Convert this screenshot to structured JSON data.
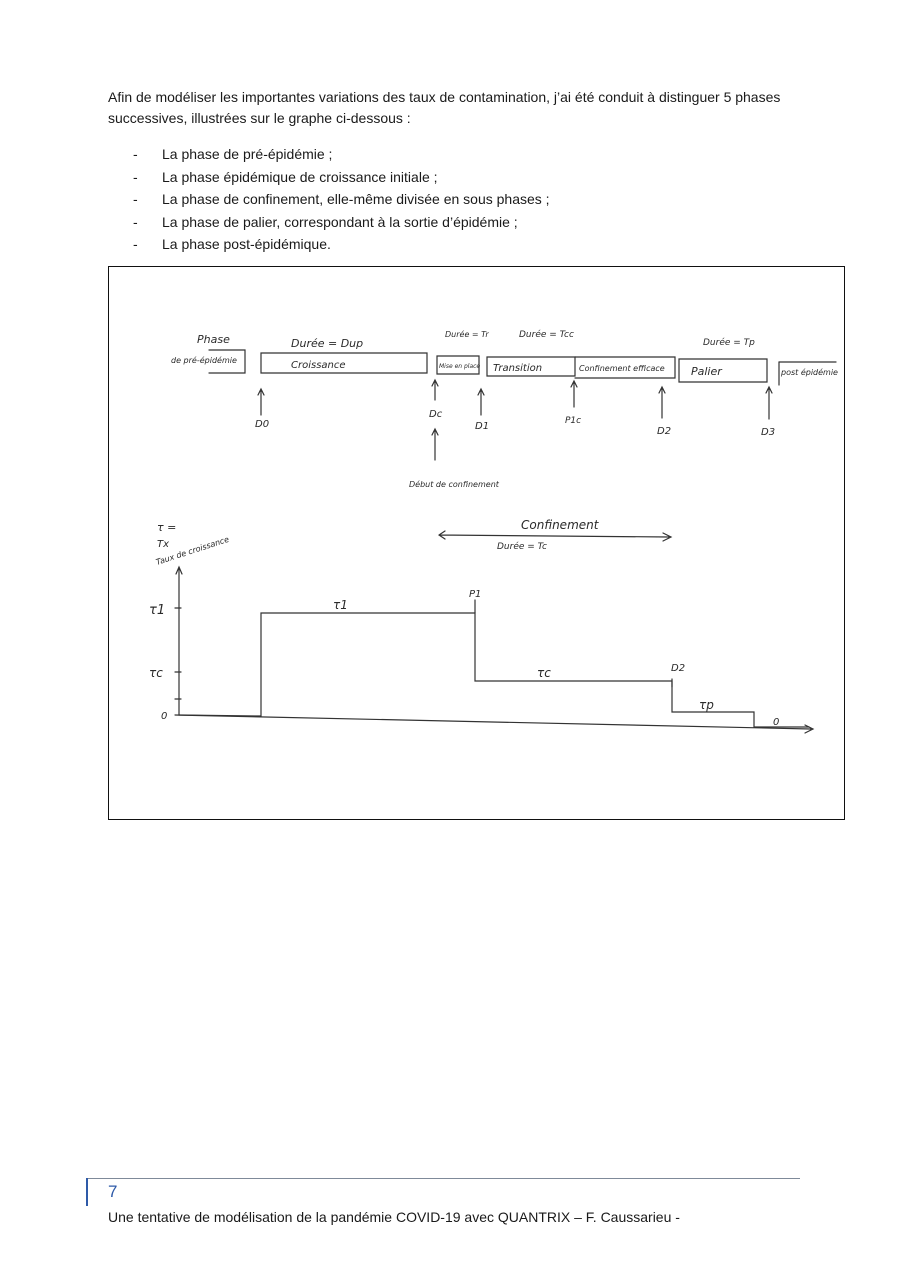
{
  "intro": "Afin de modéliser les importantes variations des taux de contamination, j’ai été conduit à distinguer 5 phases successives, illustrées sur le graphe ci-dessous :",
  "bullet_dash": "-",
  "phases": [
    "La phase de pré-épidémie ;",
    "La phase épidémique de croissance initiale ;",
    "La phase de confinement, elle-même divisée en sous phases ;",
    "La phase de palier, correspondant à la sortie d’épidémie ;",
    "La phase post-épidémique."
  ],
  "figure": {
    "timeline": {
      "pre_label": "Phase",
      "pre_label2": "de pré-épidémie",
      "croissance_duration": "Durée = Dup",
      "croissance": "Croissance",
      "mise_duration": "Durée = Tr",
      "mise": "Mise en place",
      "cc_duration": "Durée = Tcc",
      "transition": "Transition",
      "confinement_efficace": "Confinement efficace",
      "palier_duration": "Durée = Tp",
      "palier": "Palier",
      "post": "post épidémie",
      "marker_d0": "D0",
      "marker_dc": "Dc",
      "marker_d1": "D1",
      "marker_p1c": "P1c",
      "marker_d2": "D2",
      "marker_d3": "D3",
      "debut_confinement": "Début de confinement"
    },
    "rate_graph": {
      "ylabel1": "τ =",
      "ylabel2": "Tx",
      "ylabel3": "Taux de croissance",
      "confinement_label": "Confinement",
      "confinement_duration": "Durée = Tc",
      "tick_tau1": "τ1",
      "tick_tauc": "τc",
      "tick_zero": "0",
      "level_tau1": "τ1",
      "level_tauc": "τc",
      "level_taup": "τp",
      "level_zero": "0",
      "point_p1": "P1",
      "point_d2": "D2"
    }
  },
  "footer": {
    "page_number": "7",
    "text": "Une tentative de modélisation de la pandémie COVID-19 avec QUANTRIX – F. Caussarieu -"
  }
}
